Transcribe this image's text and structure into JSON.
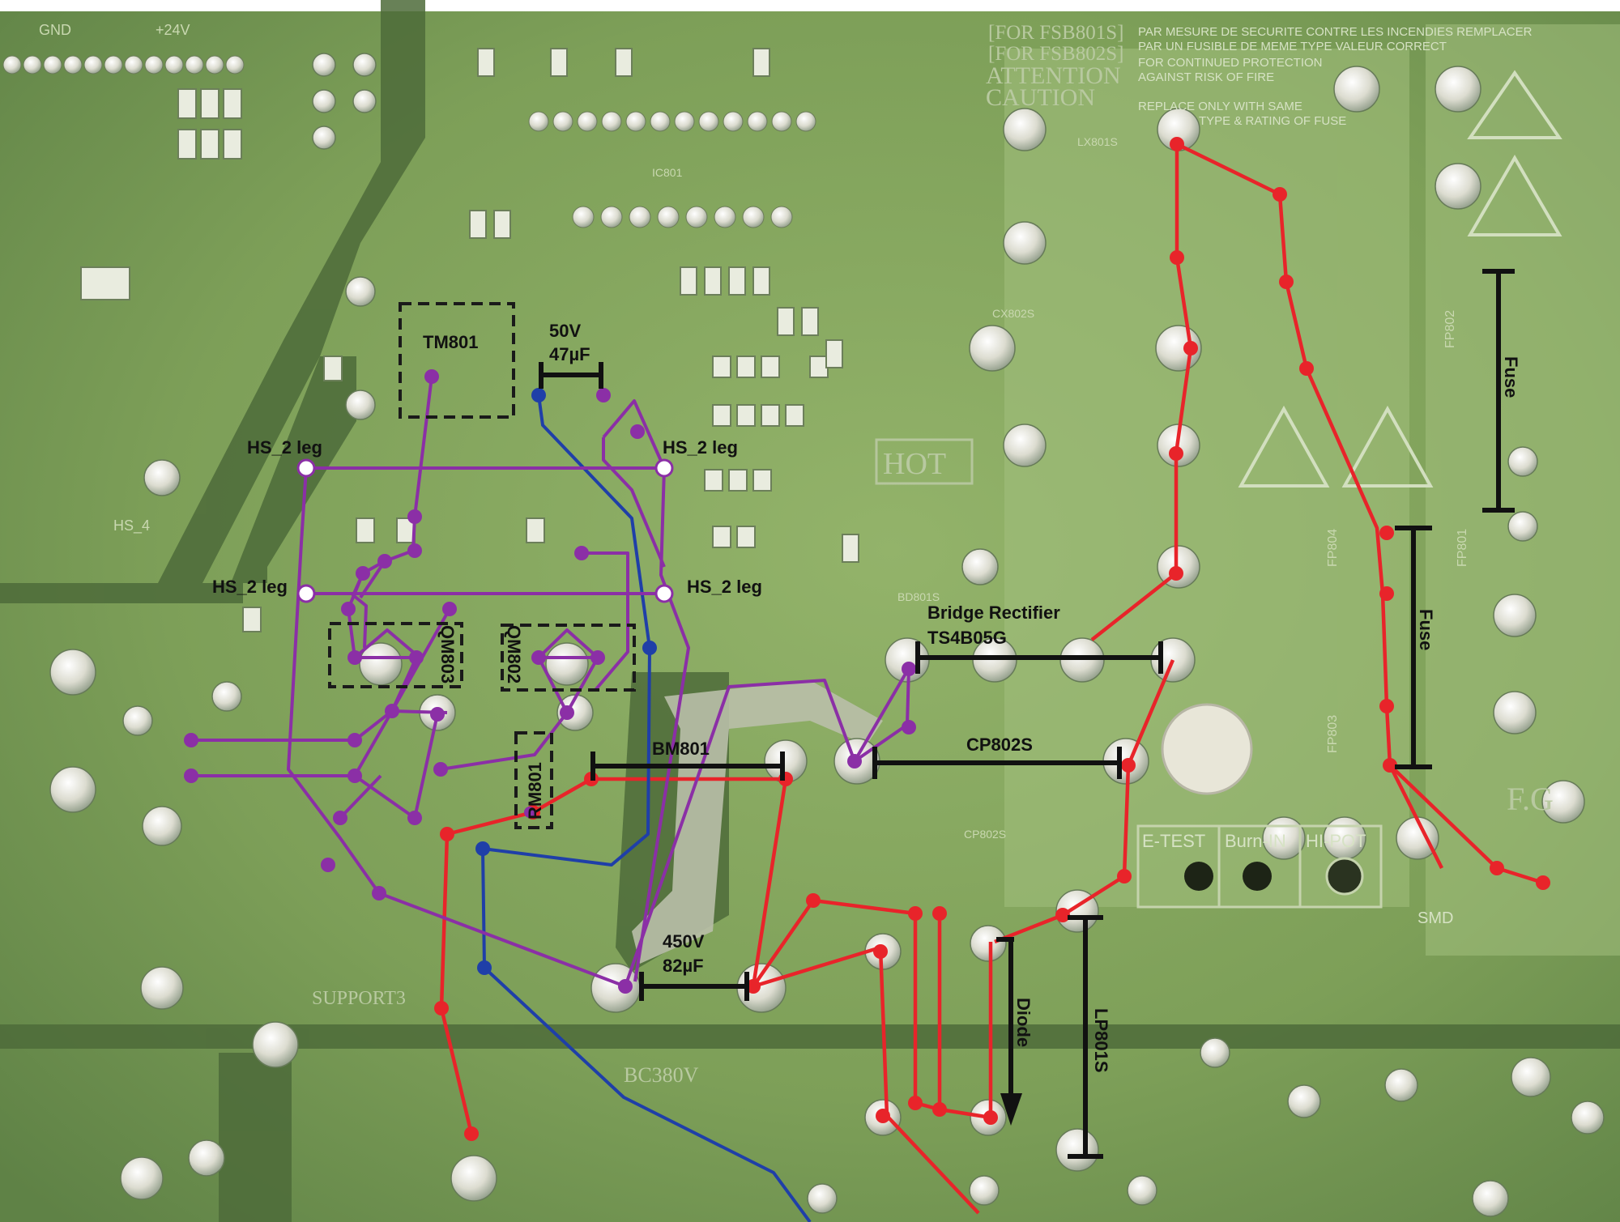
{
  "labels": {
    "tm801": "TM801",
    "cap_small_voltage": "50V",
    "cap_small_value": "47µF",
    "hs_top_left": "HS_2 leg",
    "hs_top_right": "HS_2 leg",
    "hs_mid_left": "HS_2 leg",
    "hs_mid_right": "HS_2 leg",
    "qm803": "QM803",
    "qm802": "QM802",
    "rm801": "RM801",
    "bm801": "BM801",
    "cap_big_voltage": "450V",
    "cap_big_value": "82µF",
    "bridge_line1": "Bridge Rectifier",
    "bridge_line2": "TS4B05G",
    "cp802s": "CP802S",
    "fuse_upper": "Fuse",
    "fuse_lower": "Fuse",
    "diode": "Diode",
    "lp801s": "LP801S"
  },
  "silkscreen": {
    "gnd": "GND",
    "plus24v": "+24V",
    "for1": "[FOR FSB801S]",
    "for2": "[FOR FSB802S]",
    "attention": "ATTENTION",
    "caution": "CAUTION",
    "fr1": "PAR MESURE DE SECURITE CONTRE LES INCENDIES REMPLACER",
    "fr2": "PAR UN FUSIBLE DE MEME TYPE VALEUR CORRECT",
    "en1": "FOR CONTINUED PROTECTION",
    "en2": "AGAINST RISK OF FIRE",
    "en3": "REPLACE ONLY WITH SAME",
    "en4": "TYPE & RATING OF FUSE",
    "hot": "HOT",
    "etest": "E-TEST",
    "burnin": "Burn-IN",
    "hipot": "HI-POT",
    "fg": "F.G",
    "smd": "SMD",
    "bc380v": "BC380V",
    "support3": "SUPPORT3",
    "hs4": "HS_4",
    "cp802s_silk": "CP802S",
    "bd801s": "BD801S",
    "ic801": "IC801",
    "lx801s": "LX801S",
    "cx802s": "CX802S",
    "fp802": "FP802",
    "fp804": "FP804",
    "fp803": "FP803",
    "fp801": "FP801"
  },
  "colors": {
    "board": "#7fa05a",
    "trace_red": "#e8242a",
    "trace_purple": "#8b2fa6",
    "trace_blue": "#1f3fa8",
    "annotation_black": "#111111"
  }
}
